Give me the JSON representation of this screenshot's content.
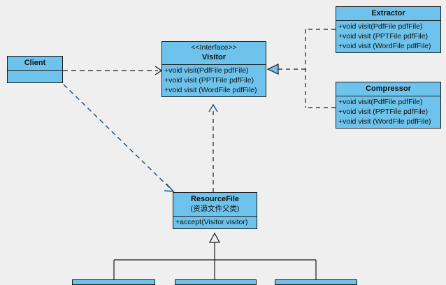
{
  "diagram": {
    "title": "Visitor Pattern UML Class Diagram",
    "type": "uml-class-diagram",
    "colors": {
      "node_fill": "#6ec3ec",
      "node_border": "#1a1a1a",
      "background": "#efefef",
      "edge_solid": "#1a1a1a",
      "edge_dashed": "#1f4e79"
    }
  },
  "nodes": {
    "client": {
      "name": "Client",
      "members": []
    },
    "visitor": {
      "stereotype": "<<Interface>>",
      "name": "Visitor",
      "members": [
        "+void visit(PdfFile pdfFile)",
        "+void visit (PPTFile pdfFile)",
        "+void visit (WordFile pdfFile)"
      ]
    },
    "extractor": {
      "name": "Extractor",
      "members": [
        "+void visit(PdfFile pdfFile)",
        "+void visit (PPTFile pdfFile)",
        "+void visit (WordFile pdfFile)"
      ]
    },
    "compressor": {
      "name": "Compressor",
      "members": [
        "+void visit(PdfFile pdfFile)",
        "+void visit (PPTFile pdfFile)",
        "+void visit (WordFile pdfFile)"
      ]
    },
    "resourcefile": {
      "name": "ResourceFile",
      "subtitle": "(资源文件父类)",
      "members": [
        "+accept(Visitor visitor)"
      ]
    },
    "leaf1": {
      "name": ""
    },
    "leaf2": {
      "name": ""
    },
    "leaf3": {
      "name": ""
    }
  },
  "edges": [
    {
      "id": "client-visitor",
      "from": "client",
      "to": "visitor",
      "kind": "dependency",
      "style": "dashed",
      "arrow": "open"
    },
    {
      "id": "client-resourcefile",
      "from": "client",
      "to": "resourcefile",
      "kind": "dependency",
      "style": "dashed",
      "arrow": "open"
    },
    {
      "id": "extractor-visitor",
      "from": "extractor",
      "to": "visitor",
      "kind": "realization",
      "style": "dashed",
      "arrow": "hollow-triangle"
    },
    {
      "id": "compressor-visitor",
      "from": "compressor",
      "to": "visitor",
      "kind": "realization",
      "style": "dashed",
      "arrow": "hollow-triangle"
    },
    {
      "id": "resourcefile-visitor",
      "from": "resourcefile",
      "to": "visitor",
      "kind": "dependency",
      "style": "dashed",
      "arrow": "open"
    },
    {
      "id": "leaf1-resourcefile",
      "from": "leaf1",
      "to": "resourcefile",
      "kind": "generalization",
      "style": "solid",
      "arrow": "hollow-triangle"
    },
    {
      "id": "leaf2-resourcefile",
      "from": "leaf2",
      "to": "resourcefile",
      "kind": "generalization",
      "style": "solid",
      "arrow": "hollow-triangle"
    },
    {
      "id": "leaf3-resourcefile",
      "from": "leaf3",
      "to": "resourcefile",
      "kind": "generalization",
      "style": "solid",
      "arrow": "hollow-triangle"
    }
  ]
}
